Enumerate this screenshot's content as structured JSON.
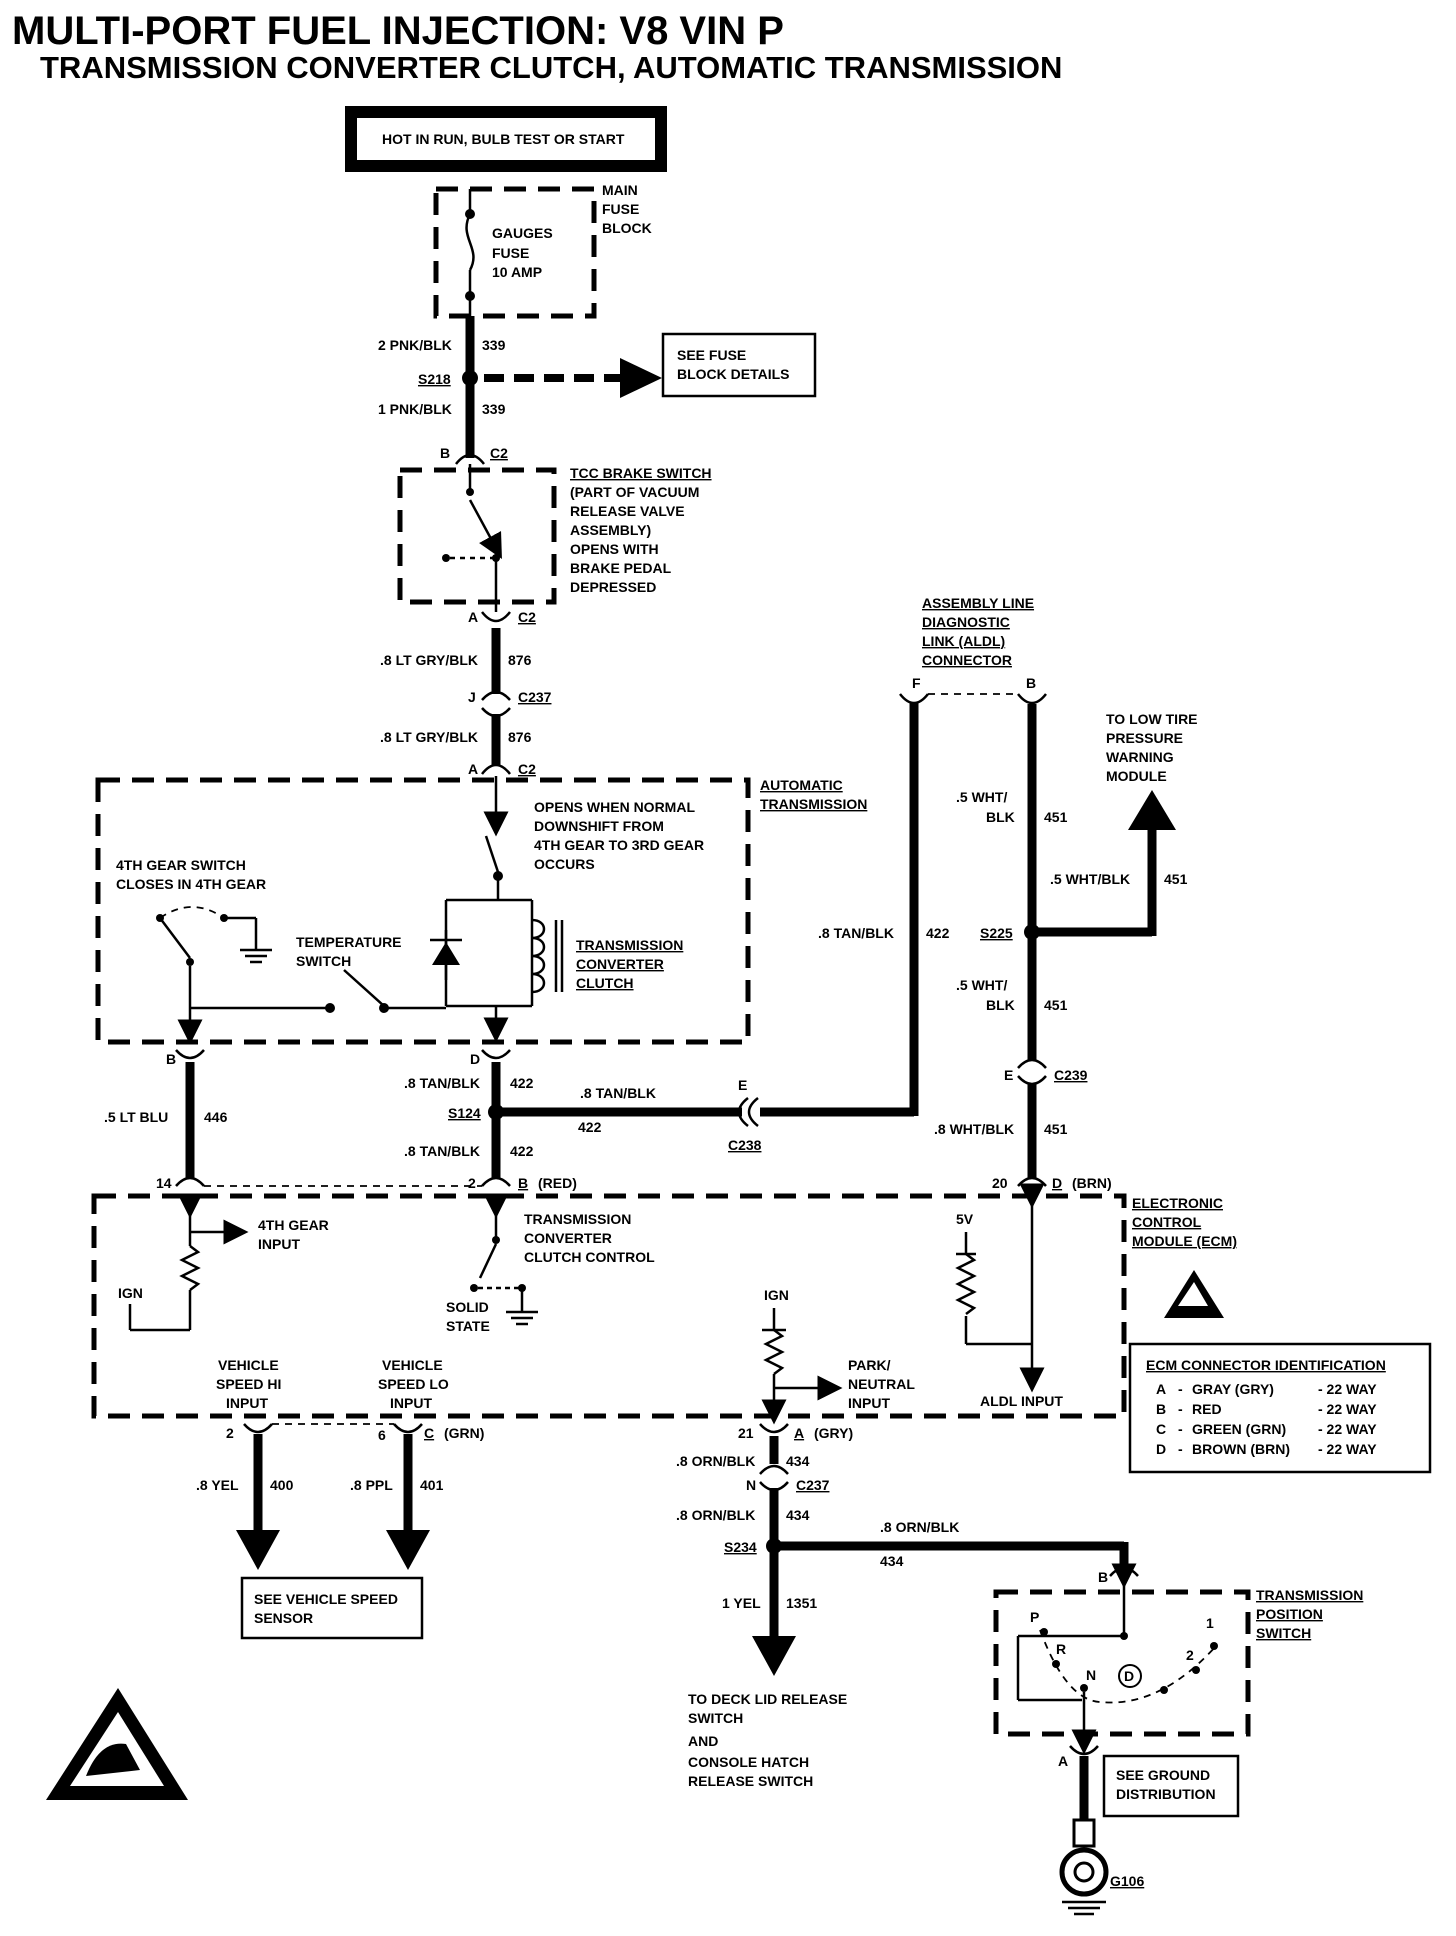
{
  "title": {
    "line1": "MULTI-PORT FUEL INJECTION:  V8  VIN P",
    "line2": "TRANSMISSION CONVERTER CLUTCH, AUTOMATIC TRANSMISSION"
  },
  "power": {
    "hot_label": "HOT IN RUN, BULB TEST OR START",
    "fuse_block": [
      "MAIN",
      "FUSE",
      "BLOCK"
    ],
    "fuse": [
      "GAUGES",
      "FUSE",
      "10 AMP"
    ]
  },
  "wires": {
    "w_pnk_2": "2 PNK/BLK",
    "c339a": "339",
    "s218": "S218",
    "w_pnk_1": "1 PNK/BLK",
    "c339b": "339",
    "see_fuse": [
      "SEE FUSE",
      "BLOCK DETAILS"
    ],
    "w876a": ".8 LT GRY/BLK",
    "c876a": "876",
    "w876b": ".8 LT GRY/BLK",
    "c876b": "876",
    "w446": ".5 LT BLU",
    "c446": "446",
    "w422a": ".8 TAN/BLK",
    "c422a": "422",
    "s124": "S124",
    "w422b": ".8 TAN/BLK",
    "c422b": "422",
    "w422c": ".8 TAN/BLK",
    "c422c": "422",
    "w422d": ".8 TAN/BLK",
    "c422d": "422",
    "c238": "C238",
    "w451a": [
      ".5 WHT/",
      "BLK"
    ],
    "c451a": "451",
    "w451b": ".5 WHT/BLK",
    "c451b": "451",
    "s225": "S225",
    "w451c": [
      ".5 WHT/",
      "BLK"
    ],
    "c451c": "451",
    "c239": "C239",
    "w451d": ".8 WHT/BLK",
    "c451d": "451",
    "low_tire": [
      "TO LOW TIRE",
      "PRESSURE",
      "WARNING",
      "MODULE"
    ],
    "w400": ".8 YEL",
    "c400": "400",
    "w401": ".8 PPL",
    "c401": "401",
    "vss": [
      "SEE VEHICLE SPEED",
      "SENSOR"
    ],
    "w434a": ".8 ORN/BLK",
    "c434a": "434",
    "w434b": ".8 ORN/BLK",
    "c434b": "434",
    "s234": "S234",
    "w434c": ".8 ORN/BLK",
    "c434c": "434",
    "w1351": "1 YEL",
    "c1351": "1351",
    "deck": [
      "TO DECK LID RELEASE",
      "SWITCH",
      "AND",
      "CONSOLE HATCH",
      "RELEASE SWITCH"
    ],
    "ground_dist": [
      "SEE GROUND",
      "DISTRIBUTION"
    ],
    "g106": "G106"
  },
  "connectors": {
    "b": "B",
    "a": "A",
    "c2": "C2",
    "j": "J",
    "c237": "C237",
    "f": "F",
    "d": "D",
    "e": "E",
    "n": "N",
    "pin14": "14",
    "pin2": "2",
    "b_red": "(RED)",
    "pin20": "20",
    "d_brn": "(BRN)",
    "pin6": "6",
    "c_grn": "(GRN)",
    "c": "C",
    "pin21": "21",
    "a_gry": "(GRY)"
  },
  "tcc_brake": [
    "TCC BRAKE SWITCH",
    "(PART OF VACUUM",
    "RELEASE VALVE",
    "ASSEMBLY)",
    "OPENS WITH",
    "BRAKE PEDAL",
    "DEPRESSED"
  ],
  "aldl": [
    "ASSEMBLY LINE",
    "DIAGNOSTIC",
    "LINK (ALDL)",
    "CONNECTOR"
  ],
  "auto_trans": {
    "label": [
      "AUTOMATIC",
      "TRANSMISSION"
    ],
    "opens": [
      "OPENS WHEN NORMAL",
      "DOWNSHIFT FROM",
      "4TH GEAR TO 3RD GEAR",
      "OCCURS"
    ],
    "gear4": [
      "4TH GEAR SWITCH",
      "CLOSES IN 4TH GEAR"
    ],
    "temp": [
      "TEMPERATURE",
      "SWITCH"
    ],
    "tcc": [
      "TRANSMISSION",
      "CONVERTER",
      "CLUTCH"
    ]
  },
  "ecm": {
    "label": [
      "ELECTRONIC",
      "CONTROL",
      "MODULE (ECM)"
    ],
    "gear_input": [
      "4TH GEAR",
      "INPUT"
    ],
    "ign1": "IGN",
    "tcc_ctrl": [
      "TRANSMISSION",
      "CONVERTER",
      "CLUTCH CONTROL"
    ],
    "solid": [
      "SOLID",
      "STATE"
    ],
    "fivev": "5V",
    "vss_hi": [
      "VEHICLE",
      "SPEED HI",
      "INPUT"
    ],
    "vss_lo": [
      "VEHICLE",
      "SPEED LO",
      "INPUT"
    ],
    "ign2": "IGN",
    "park": [
      "PARK/",
      "NEUTRAL",
      "INPUT"
    ],
    "aldl_input": "ALDL INPUT"
  },
  "ecm_id": {
    "title": "ECM CONNECTOR IDENTIFICATION",
    "rows": [
      [
        "A",
        "-",
        "GRAY (GRY)",
        "- 22 WAY"
      ],
      [
        "B",
        "-",
        "RED",
        "- 22 WAY"
      ],
      [
        "C",
        "-",
        "GREEN (GRN)",
        "- 22 WAY"
      ],
      [
        "D",
        "-",
        "BROWN (BRN)",
        "- 22 WAY"
      ]
    ]
  },
  "tps": {
    "label": [
      "TRANSMISSION",
      "POSITION",
      "SWITCH"
    ],
    "positions": [
      "P",
      "R",
      "N",
      "D",
      "2",
      "1"
    ]
  }
}
